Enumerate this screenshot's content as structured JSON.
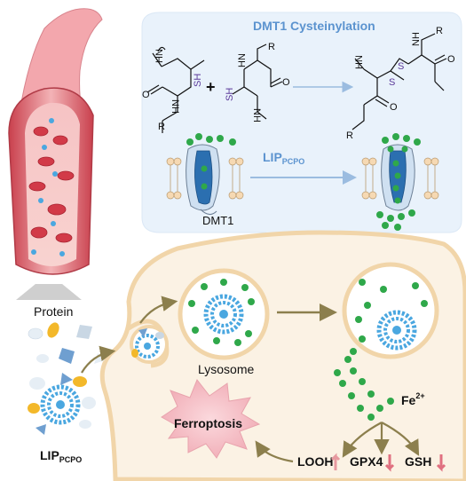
{
  "title": "DMT1 Cysteinylation",
  "reaction": {
    "plus": "+",
    "sh_left": "SH",
    "sh_right": "SH",
    "nh_labels": [
      "HN",
      "NH",
      "HN",
      "NH",
      "HN",
      "NH"
    ],
    "o_labels": [
      "O",
      "O",
      "O",
      "O"
    ],
    "r_labels": [
      "R",
      "R",
      "R",
      "R"
    ],
    "s_labels": [
      "S",
      "S"
    ]
  },
  "lip_main": "LIP",
  "lip_sub": "PCPO",
  "dmt1_label": "DMT1",
  "protein_label": "Protein",
  "lysosome_label": "Lysosome",
  "fe_label": "Fe",
  "fe_charge": "2+",
  "ferroptosis_label": "Ferroptosis",
  "lip_bottom_main": "LIP",
  "lip_bottom_sub": "PCPO",
  "markers": {
    "looh": "LOOH",
    "gpx4": "GPX4",
    "gsh": "GSH"
  },
  "colors": {
    "panel_blue": "#e9f2fb",
    "title_blue": "#5b93cf",
    "cell_fill": "#fbf2e4",
    "cell_border": "#f1d5a9",
    "green": "#2fa84a",
    "arrow_olive": "#8c7f4d",
    "burst": "#f2b9c1",
    "blue_particle": "#4aa7e0",
    "up_arrow": "#e79aa0",
    "down_arrow": "#e07080"
  }
}
